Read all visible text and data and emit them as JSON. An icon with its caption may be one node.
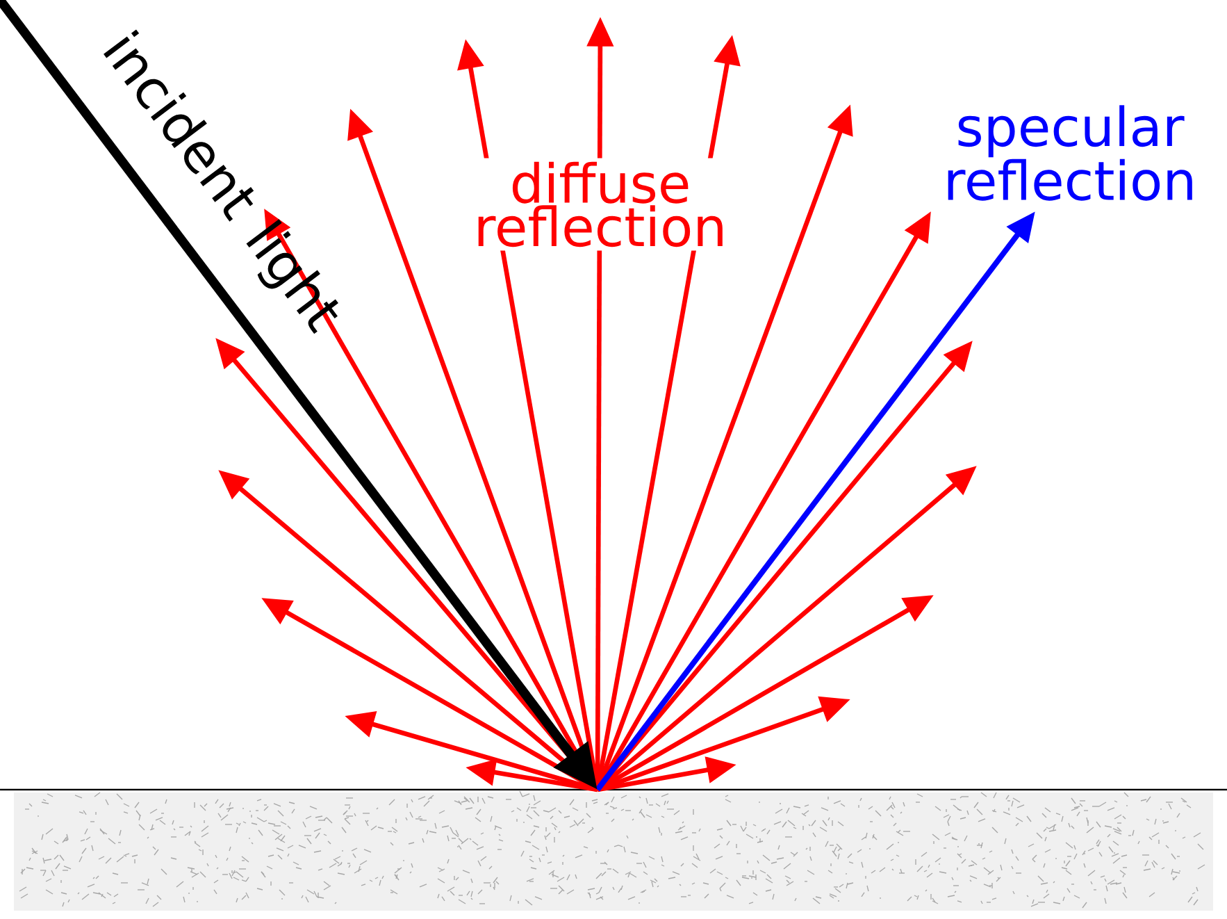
{
  "diagram": {
    "labels": [
      "incident light",
      "diffuse reflection",
      "specular reflection"
    ]
  }
}
